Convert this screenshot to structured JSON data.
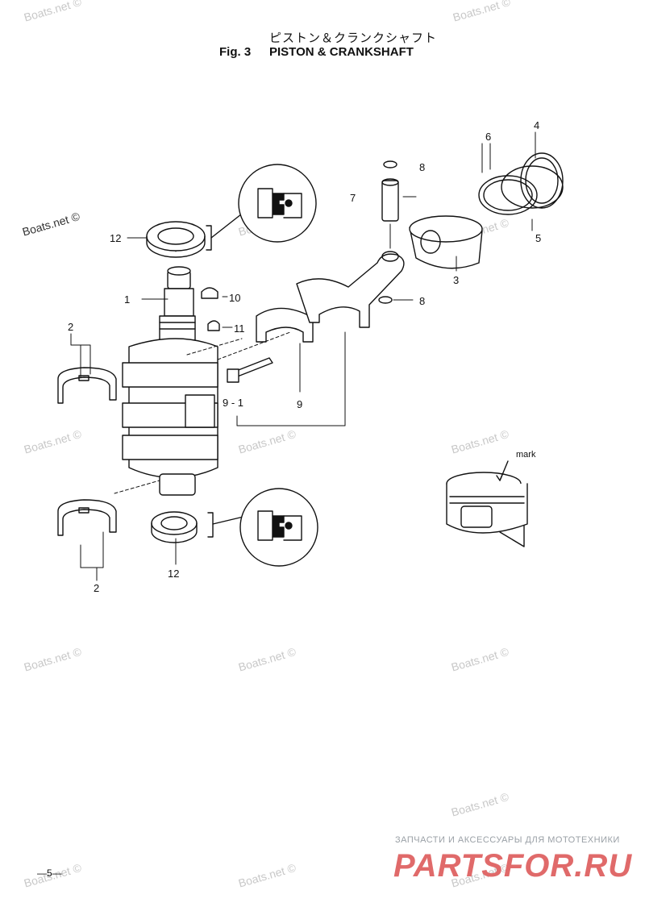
{
  "title": {
    "japanese": "ピストン＆クランクシャフト",
    "fig": "Fig. 3",
    "english": "PISTON & CRANKSHAFT"
  },
  "watermarks": [
    "Boats.net ©",
    "Boats.net ©",
    "Boats.net ©",
    "Boats.net ©",
    "Boats.net ©",
    "Boats.net ©",
    "Boats.net ©",
    "Boats.net ©",
    "Boats.net ©",
    "Boats.net ©",
    "Boats.net ©",
    "Boats.net ©",
    "Boats.net ©",
    "Boats.net ©",
    "Boats.net ©"
  ],
  "callouts": {
    "c1": "1",
    "c2a": "2",
    "c2b": "2",
    "c3": "3",
    "c4": "4",
    "c5": "5",
    "c6": "6",
    "c7": "7",
    "c8a": "8",
    "c8b": "8",
    "c9": "9",
    "c9_1": "9 - 1",
    "c10": "10",
    "c11": "11",
    "c12a": "12",
    "c12b": "12"
  },
  "mark_label": "mark",
  "page_number": "—5—",
  "sponsor": {
    "tagline": "ЗАПЧАСТИ И АКСЕССУАРЫ ДЛЯ МОТОТЕХНИКИ",
    "logo": "PARTSFOR.RU"
  }
}
